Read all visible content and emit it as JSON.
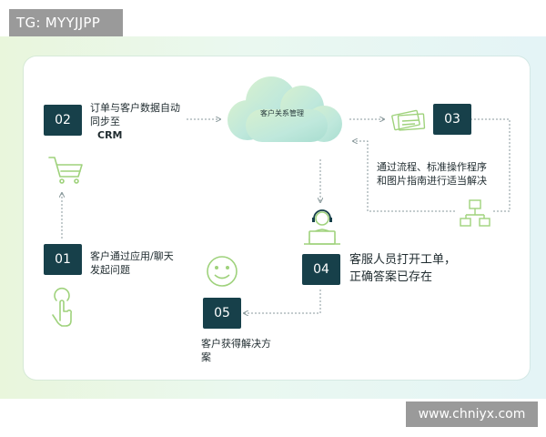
{
  "watermark_tag": "TG: MYYJJPP",
  "site_footer": "www.chniyx.com",
  "cloud": {
    "label": "客户关系管理"
  },
  "steps": [
    {
      "number": "02",
      "line1": "订单与客户数据自动",
      "line2": "同步至",
      "line3": "CRM"
    },
    {
      "number": "03",
      "line1": "通过流程、标准操作程序",
      "line2": "和图片指南进行适当解决"
    },
    {
      "number": "01",
      "line1": "客户通过应用/聊天",
      "line2": "发起问题"
    },
    {
      "number": "04",
      "line1": "客服人员打开工单，",
      "line2": "正确答案已存在"
    },
    {
      "number": "05",
      "line1": "客户获得解决方",
      "line2": "案"
    }
  ],
  "colors": {
    "step_box": "#17404a",
    "icon_stroke": "#9fd27c",
    "icon_accent": "#17404a",
    "connector": "#8a9a9c"
  },
  "icons": [
    "shopping-cart-icon",
    "tap-hand-icon",
    "tickets-icon",
    "flowchart-icon",
    "agent-headset-icon",
    "smiley-icon"
  ]
}
